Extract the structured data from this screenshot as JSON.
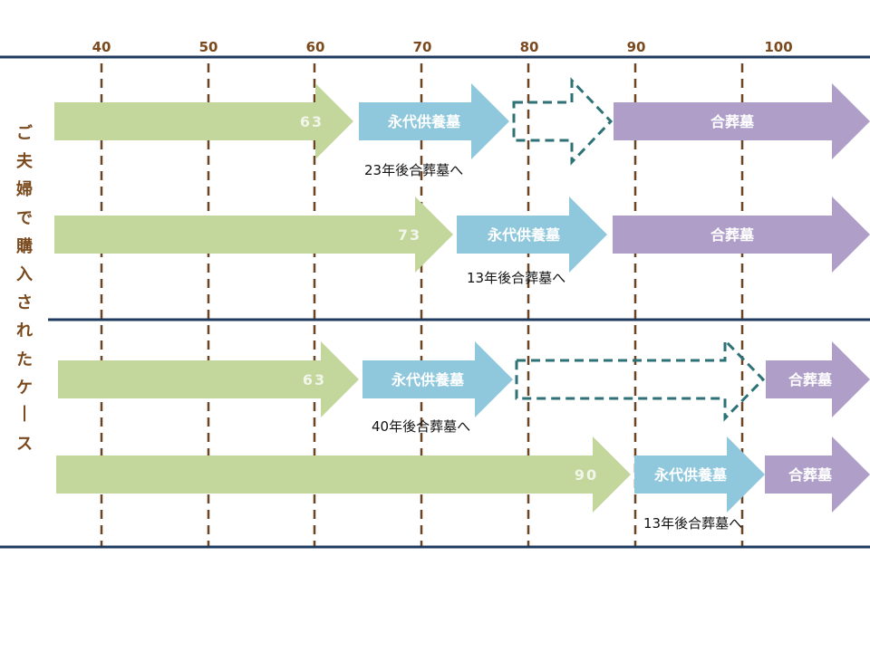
{
  "axis": {
    "ticks": [
      {
        "age": 40,
        "label": "40"
      },
      {
        "age": 50,
        "label": "50"
      },
      {
        "age": 60,
        "label": "60"
      },
      {
        "age": 70,
        "label": "70"
      },
      {
        "age": 80,
        "label": "80"
      },
      {
        "age": 90,
        "label": "90"
      },
      {
        "age": 100,
        "label": "100"
      }
    ]
  },
  "side_title": "ご夫婦で購入されたケース",
  "colors": {
    "life": "#c3d69b",
    "eitai": "#8fc8dc",
    "gassou": "#ae9ec8",
    "dashed": "#2e7277",
    "tick": "#6b4423",
    "rule": "#1f3a5f",
    "title": "#7a4a1e"
  },
  "rows": [
    {
      "age_label": "63",
      "eitai_label": "永代供養墓",
      "note": "23年後合葬墓へ",
      "dashed_gap": true,
      "gassou_label": "合葬墓"
    },
    {
      "age_label": "73",
      "eitai_label": "永代供養墓",
      "note": "13年後合葬墓へ",
      "dashed_gap": false,
      "gassou_label": "合葬墓"
    },
    {
      "age_label": "63",
      "eitai_label": "永代供養墓",
      "note": "40年後合葬墓へ",
      "dashed_gap": true,
      "gassou_label": "合葬墓"
    },
    {
      "age_label": "90",
      "eitai_label": "永代供養墓",
      "note": "13年後合葬墓へ",
      "dashed_gap": false,
      "gassou_label": "合葬墓"
    }
  ]
}
